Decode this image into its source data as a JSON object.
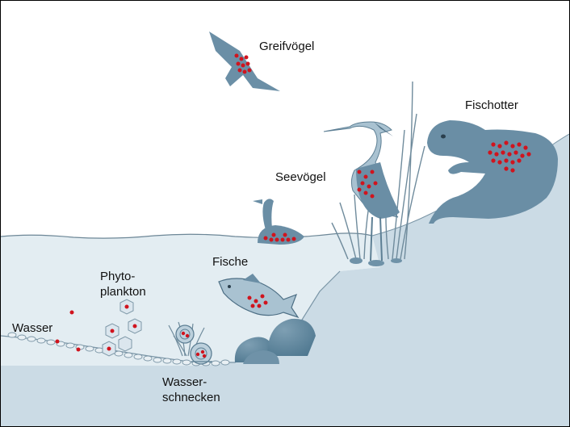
{
  "labels": {
    "greifvoegel": "Greifvögel",
    "fischotter": "Fischotter",
    "seevoegel": "Seevögel",
    "fische": "Fische",
    "phyto_line1": "Phyto-",
    "phyto_line2": "plankton",
    "wasser": "Wasser",
    "schnecken_line1": "Wasser-",
    "schnecken_line2": "schnecken"
  },
  "colors": {
    "animal": "#5f8aa3",
    "animal_light": "#a8c2d2",
    "water": "#dfe9ef",
    "land": "#c8d8e3",
    "dot": "#d0141e"
  }
}
